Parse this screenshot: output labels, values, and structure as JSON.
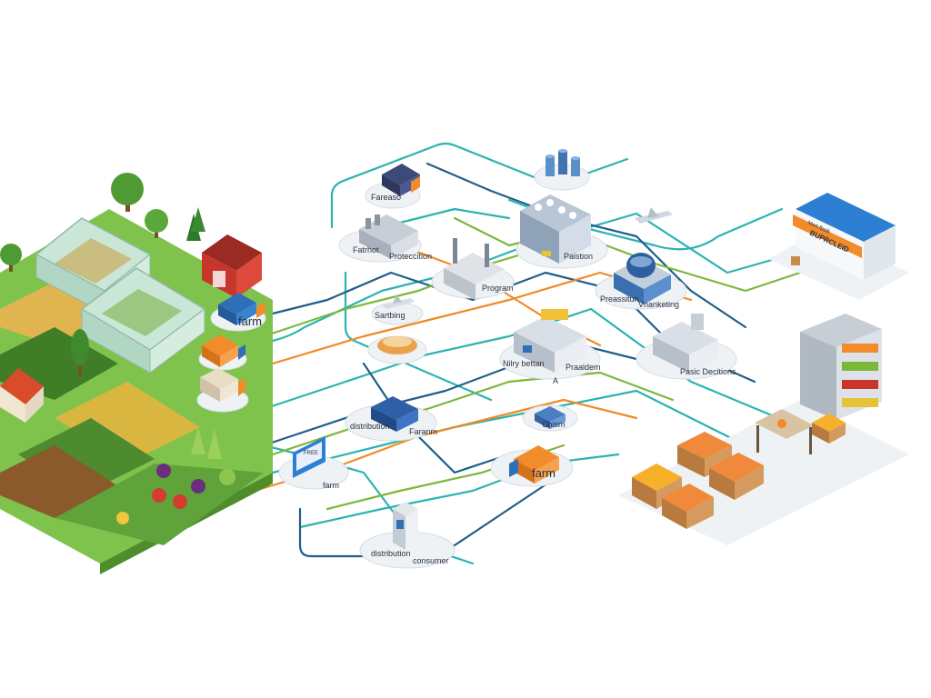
{
  "colors": {
    "background": "#ffffff",
    "route_teal": "#2bb3b1",
    "route_navy": "#1f5f8b",
    "route_orange": "#f08a24",
    "route_green": "#7bb83a",
    "node_pad": "#eef2f5",
    "farm_green": "#5cab3e",
    "barn_red": "#c8352b",
    "truck_orange": "#f28b2a",
    "truck_blue": "#2e6fb8",
    "store_blue": "#2d7fd3",
    "crate_wood": "#c98a4a"
  },
  "icons": [
    "greenhouse-icon",
    "barn-icon",
    "tree-icon",
    "truck-icon",
    "factory-icon",
    "warehouse-icon",
    "airplane-icon",
    "silo-icon",
    "store-icon",
    "produce-shelf-icon",
    "crate-icon",
    "dining-table-icon",
    "vending-kiosk-icon",
    "billboard-icon",
    "food-bowl-icon"
  ],
  "labels": {
    "farm_top": "farm",
    "fareaso": "Fareaso",
    "fatrhot": "Fatrhot",
    "proteccitlon": "Proteccitlon",
    "program": "Program",
    "paistion": "Paistion",
    "preassitun": "Preassitun",
    "vnanketing": "Vnanketing",
    "sartbing": "Sartbing",
    "nilry_bettan": "Nilry bettan",
    "a_letter": "A",
    "praaldem": "Praaldem",
    "pasic_decitions": "Pasic Decitions",
    "distribution_mid": "distribution",
    "faranm": "Faranm",
    "chism": "Chism",
    "farm_big": "farm",
    "farm_bottom": "farm",
    "distribution_bottom": "distribution",
    "consumer": "consumer",
    "store_sign_top": "Mort fbsllt",
    "store_sign_main": "BUPRCLEID",
    "billboard_text": "FREE"
  }
}
